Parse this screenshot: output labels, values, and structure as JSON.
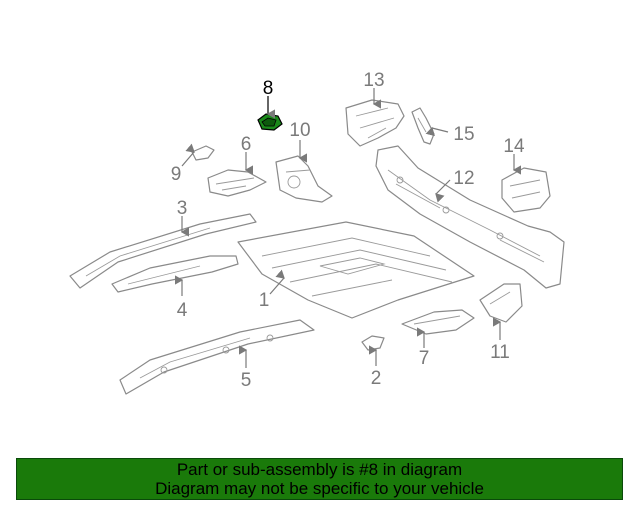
{
  "diagram": {
    "callouts": [
      {
        "id": "8",
        "label": "8"
      },
      {
        "id": "13",
        "label": "13"
      },
      {
        "id": "10",
        "label": "10"
      },
      {
        "id": "15",
        "label": "15"
      },
      {
        "id": "6",
        "label": "6"
      },
      {
        "id": "9",
        "label": "9"
      },
      {
        "id": "14",
        "label": "14"
      },
      {
        "id": "12",
        "label": "12"
      },
      {
        "id": "3",
        "label": "3"
      },
      {
        "id": "1",
        "label": "1"
      },
      {
        "id": "4",
        "label": "4"
      },
      {
        "id": "11",
        "label": "11"
      },
      {
        "id": "7",
        "label": "7"
      },
      {
        "id": "2",
        "label": "2"
      },
      {
        "id": "5",
        "label": "5"
      }
    ],
    "highlighted_part": "8"
  },
  "banner": {
    "line1": "Part or sub-assembly is #8 in diagram",
    "line2": "Diagram may not be specific to your vehicle",
    "background_color": "#1a7a0a",
    "highlight_color": "#1a8a1a"
  }
}
